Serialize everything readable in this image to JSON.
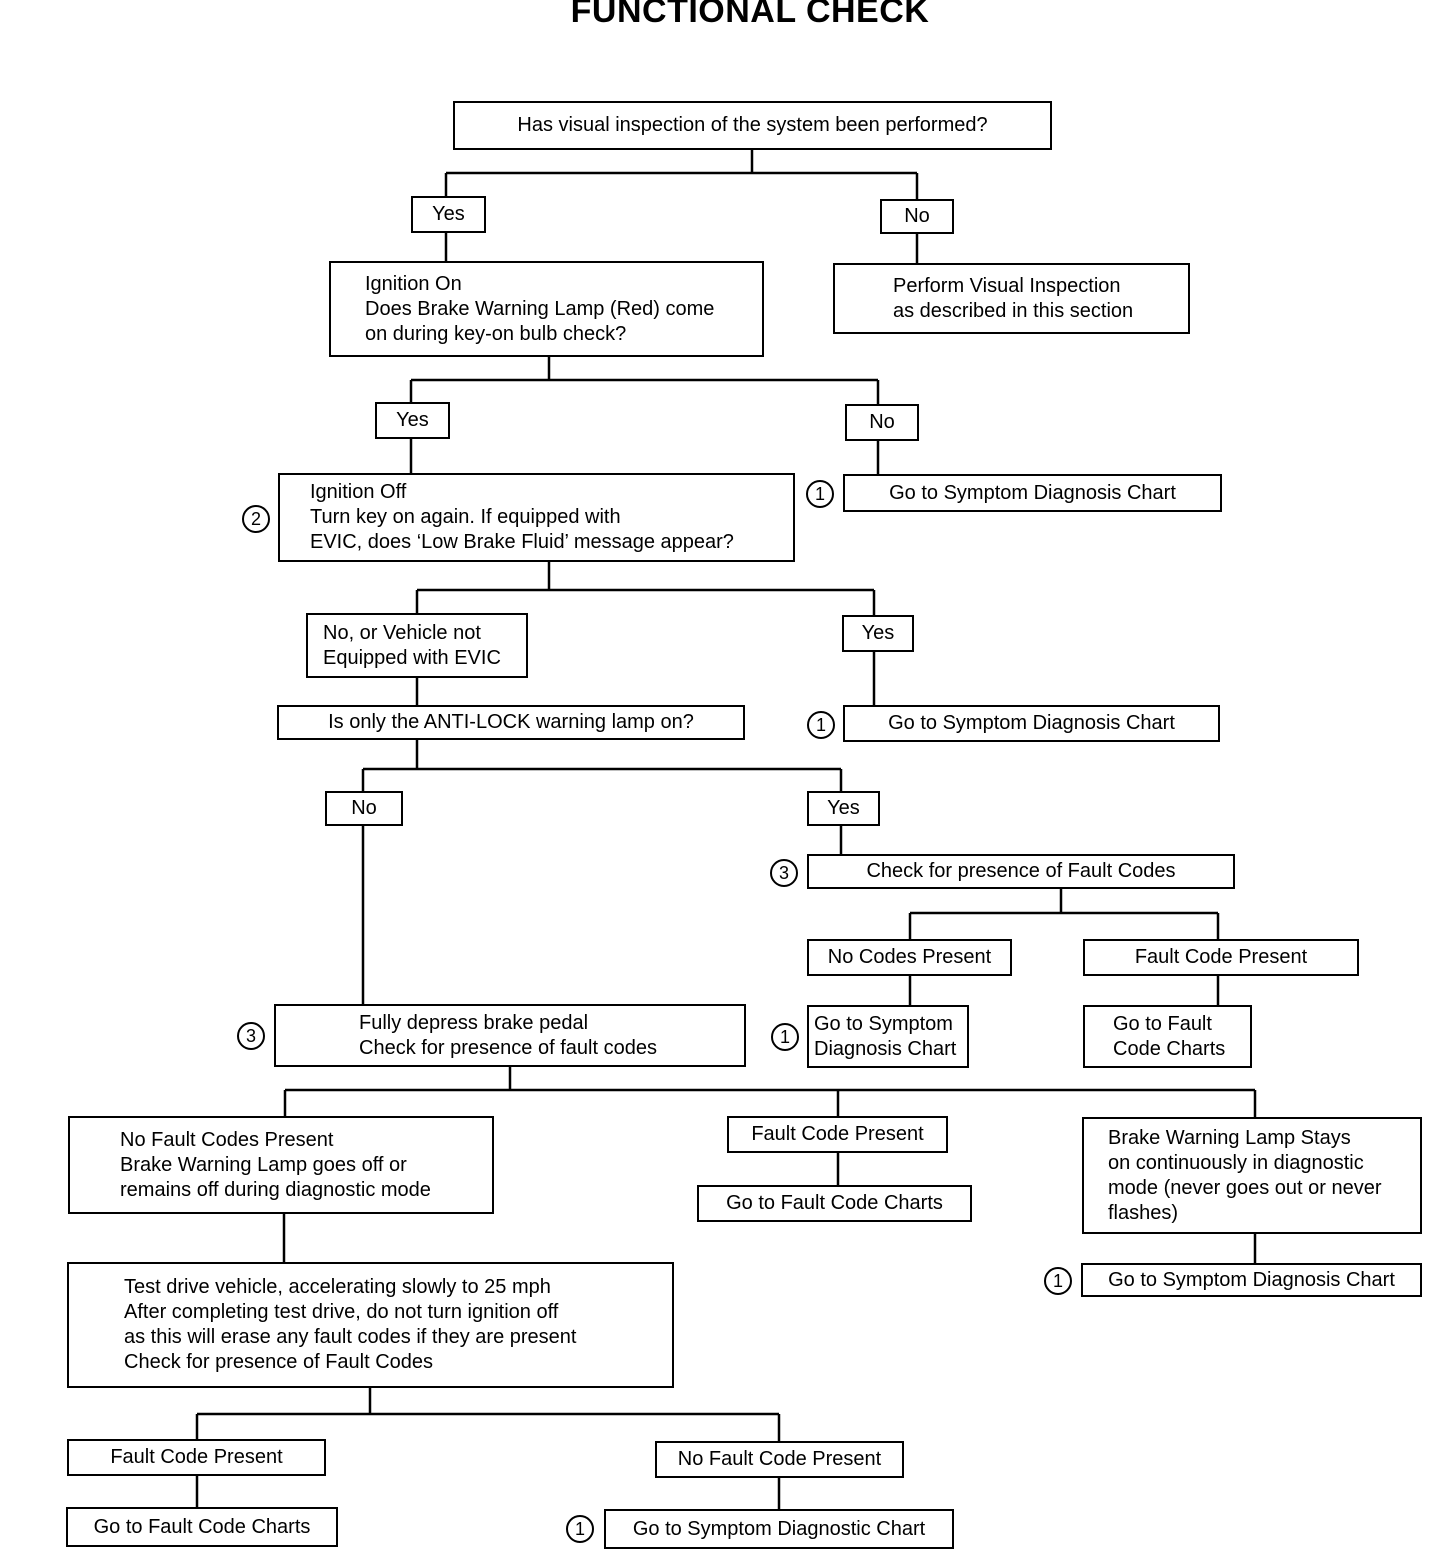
{
  "title": "FUNCTIONAL CHECK",
  "nodes": {
    "q_visual_inspection": [
      "Has visual inspection of the system been performed?"
    ],
    "ans_yes_1": [
      "Yes"
    ],
    "ans_no_1": [
      "No"
    ],
    "q_ignition_on": [
      "Ignition On",
      "Does Brake Warning Lamp (Red) come",
      "on during key-on bulb check?"
    ],
    "act_perform_inspection": [
      "Perform Visual Inspection",
      "as described in this section"
    ],
    "ans_yes_2": [
      "Yes"
    ],
    "ans_no_2": [
      "No"
    ],
    "q_ignition_off": [
      "Ignition Off",
      "Turn key on again. If equipped with",
      "EVIC, does ‘Low Brake Fluid’ message appear?"
    ],
    "act_symptom_1": [
      "Go to Symptom Diagnosis Chart"
    ],
    "ans_no_evic": [
      "No, or Vehicle not",
      "Equipped with EVIC"
    ],
    "ans_yes_3": [
      "Yes"
    ],
    "q_antilock": [
      "Is only the ANTI-LOCK warning lamp on?"
    ],
    "act_symptom_2": [
      "Go to Symptom Diagnosis Chart"
    ],
    "ans_no_4": [
      "No"
    ],
    "ans_yes_4": [
      "Yes"
    ],
    "q_check_fault": [
      "Check for presence of Fault Codes"
    ],
    "ans_no_codes": [
      "No Codes Present"
    ],
    "ans_fault_present_1": [
      "Fault Code Present"
    ],
    "act_symptom_3": [
      "Go to Symptom",
      "Diagnosis Chart"
    ],
    "act_fault_charts_1": [
      "Go to Fault",
      "Code Charts"
    ],
    "q_depress_pedal": [
      "Fully depress brake pedal",
      "Check for presence of fault codes"
    ],
    "ans_no_fault_lamp": [
      "No Fault Codes Present",
      "Brake Warning Lamp goes off or",
      "remains off during diagnostic mode"
    ],
    "ans_fault_present_2": [
      "Fault Code Present"
    ],
    "ans_lamp_stays": [
      "Brake Warning Lamp Stays",
      "on continuously in diagnostic",
      "mode (never goes out or never",
      "flashes)"
    ],
    "act_fault_charts_2": [
      "Go to Fault Code Charts"
    ],
    "act_symptom_4": [
      "Go to Symptom Diagnosis Chart"
    ],
    "act_test_drive": [
      "Test drive vehicle, accelerating slowly to 25 mph",
      "After completing test drive, do not turn ignition off",
      "as this will erase any fault codes if they are present",
      "Check for presence of Fault Codes"
    ],
    "ans_fault_present_3": [
      "Fault Code Present"
    ],
    "ans_no_fault_present": [
      "No Fault Code Present"
    ],
    "act_fault_charts_3": [
      "Go to Fault Code Charts"
    ],
    "act_symptom_diagnostic": [
      "Go to Symptom Diagnostic Chart"
    ]
  },
  "markers": {
    "m_symptom_1": "1",
    "m_ignition_off": "2",
    "m_symptom_2": "1",
    "m_check_fault": "3",
    "m_depress_pedal": "3",
    "m_symptom_3": "1",
    "m_symptom_4": "1",
    "m_symptom_diagnostic": "1"
  }
}
